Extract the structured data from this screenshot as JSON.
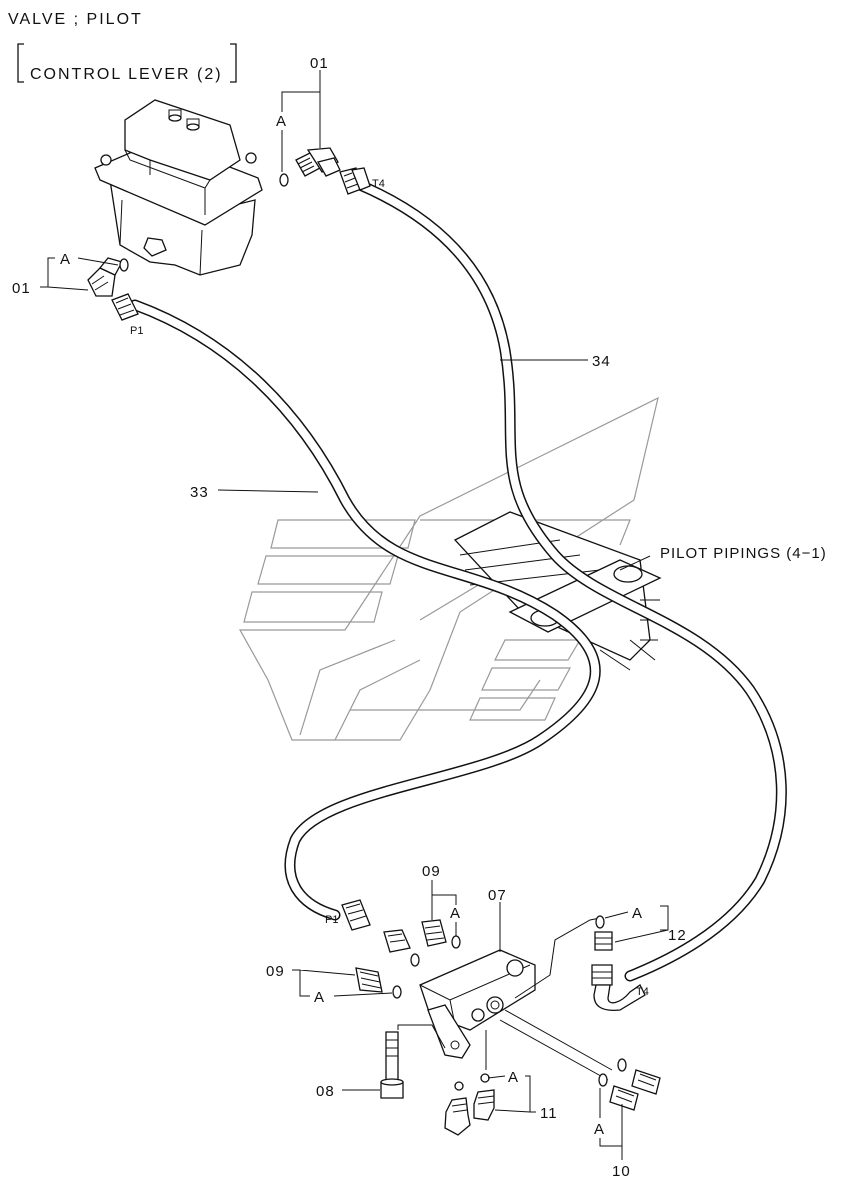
{
  "title": {
    "line1": "VALVE ; PILOT",
    "line2": "CONTROL  LEVER (2)"
  },
  "callouts": {
    "p01_top": "01",
    "p01_left": "01",
    "a_top": "A",
    "a_left": "A",
    "p34": "34",
    "p33": "33",
    "ref_pilot_pipings": "PILOT  PIPINGS (4−1)",
    "p09_top": "09",
    "a_09_top": "A",
    "p07": "07",
    "p12": "12",
    "a_12": "A",
    "p09_left": "09",
    "a_09_left": "A",
    "p08": "08",
    "a_11": "A",
    "p11": "11",
    "a_10": "A",
    "p10": "10"
  },
  "port_labels": {
    "t4_top": "T4",
    "p1_top": "P1",
    "p1_bottom": "P1",
    "t4_bottom": "T4"
  },
  "icons": {
    "pilot_valve": "pilot-valve-icon",
    "elbow": "elbow-fitting-icon",
    "connector": "hose-connector-icon",
    "manifold": "manifold-block-icon",
    "oring": "o-ring-icon",
    "bolt": "bolt-icon",
    "watermark": "brand-watermark-icon"
  }
}
